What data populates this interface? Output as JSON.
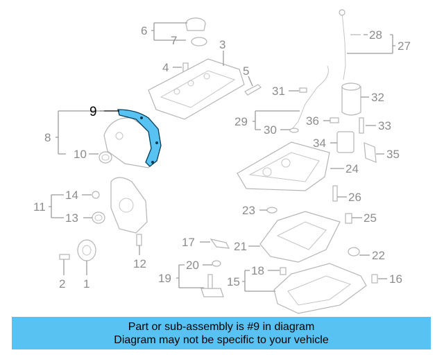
{
  "diagram": {
    "highlight_color": "#58c3f2",
    "highlighted_part": "9",
    "callouts": [
      "1",
      "2",
      "3",
      "4",
      "5",
      "6",
      "7",
      "8",
      "9",
      "10",
      "11",
      "12",
      "13",
      "14",
      "15",
      "16",
      "17",
      "18",
      "19",
      "20",
      "21",
      "22",
      "23",
      "24",
      "25",
      "26",
      "27",
      "28",
      "29",
      "30",
      "31",
      "32",
      "33",
      "34",
      "35",
      "36"
    ]
  },
  "banner": {
    "line1": "Part or sub-assembly is #9 in diagram",
    "line2": "Diagram may not be specific to your vehicle"
  }
}
